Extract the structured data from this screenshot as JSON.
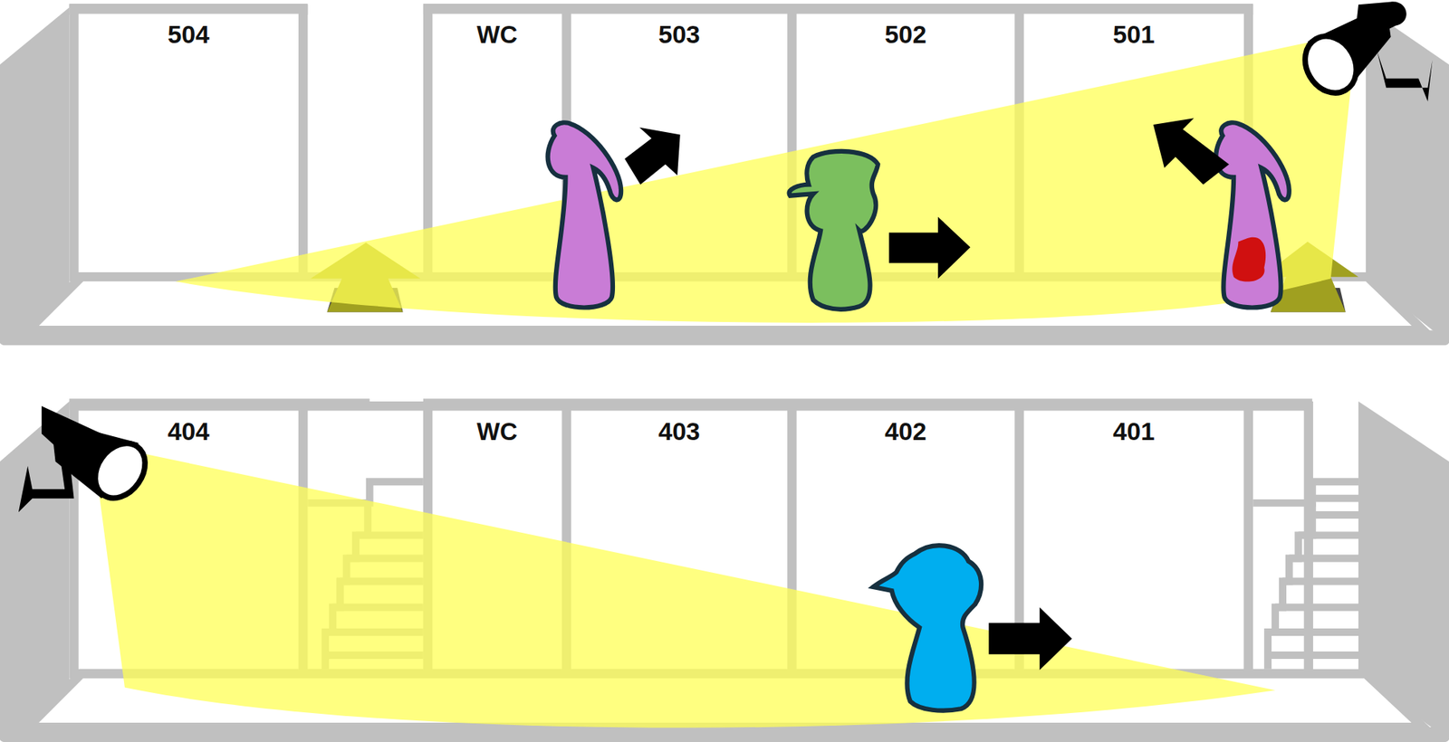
{
  "diagram": {
    "nodes": [
      {
        "text": [
          "504"
        ]
      },
      {
        "text": [
          "WC"
        ]
      },
      {
        "text": [
          "503"
        ]
      },
      {
        "text": [
          "502"
        ]
      },
      {
        "text": [
          "501"
        ]
      },
      {
        "text": [
          "404"
        ]
      },
      {
        "text": [
          "WC"
        ]
      },
      {
        "text": [
          "403"
        ]
      },
      {
        "text": [
          "402"
        ]
      },
      {
        "text": [
          "401"
        ]
      }
    ]
  }
}
